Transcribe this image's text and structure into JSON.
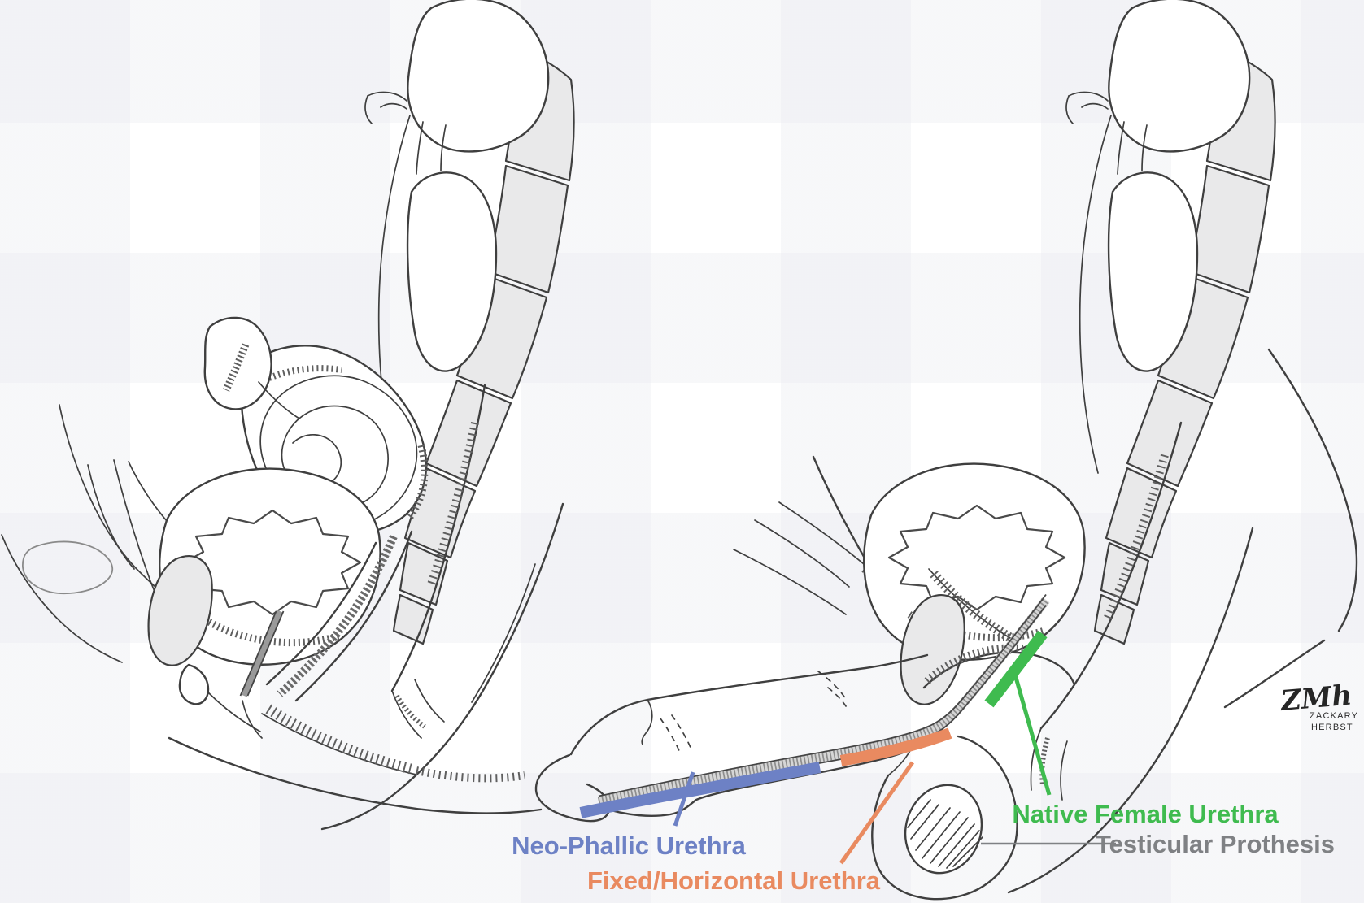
{
  "labels": {
    "neo_phallic_urethra": {
      "text": "Neo-Phallic Urethra",
      "color": "#6d81c5"
    },
    "fixed_horizontal_urethra": {
      "text": "Fixed/Horizontal Urethra",
      "color": "#e98a60"
    },
    "native_female_urethra": {
      "text": "Native Female Urethra",
      "color": "#3fbb4f"
    },
    "testicular_prothesis": {
      "text": "Testicular Prothesis",
      "color": "#7f8184"
    }
  },
  "signature": {
    "monogram": "ZMh",
    "line1": "ZACKARY",
    "line2": "HERBST"
  },
  "colors": {
    "line_ink": "#3f3f3f",
    "bone_fill": "#e9e9ea",
    "urethra_tube_gray": "#9a9a9a"
  }
}
